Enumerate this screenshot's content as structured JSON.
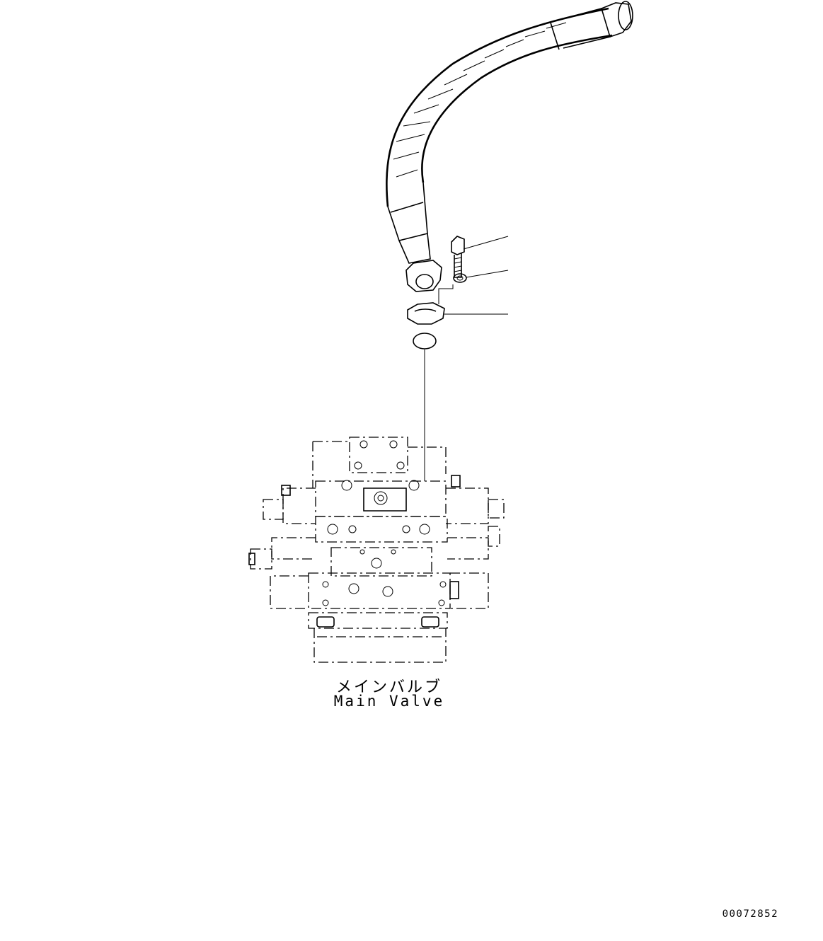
{
  "labels": {
    "component_jp": "メインバルブ",
    "component_en": "Main Valve",
    "drawing_number": "00072852"
  }
}
